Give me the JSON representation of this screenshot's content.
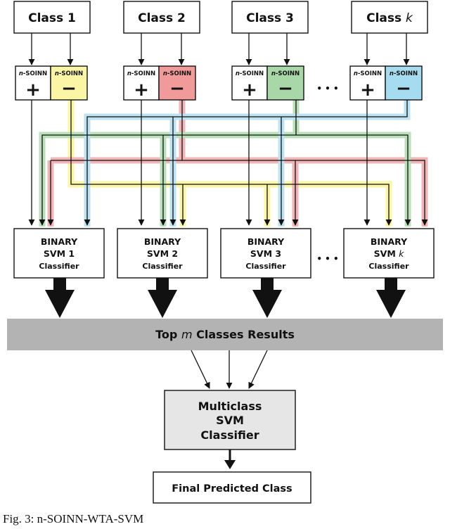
{
  "classes": [
    {
      "label": "Class 1",
      "neg_color": "#fbf5a6"
    },
    {
      "label": "Class 2",
      "neg_color": "#f19a9a"
    },
    {
      "label": "Class 3",
      "neg_color": "#a8d8a8"
    },
    {
      "label": "Class ",
      "label_var": "k",
      "neg_color": "#a6dcf0"
    }
  ],
  "soinn": {
    "prefix": "n",
    "suffix": "-SOINN",
    "plus": "+",
    "minus": "−"
  },
  "ellipsis": "• • •",
  "svm": [
    {
      "line1": "BINARY",
      "line2": "SVM 1",
      "line3": "Classifier"
    },
    {
      "line1": "BINARY",
      "line2": "SVM 2",
      "line3": "Classifier"
    },
    {
      "line1": "BINARY",
      "line2": "SVM 3",
      "line3": "Classifier"
    },
    {
      "line1": "BINARY",
      "line2": "SVM ",
      "line2_var": "k",
      "line3": "Classifier"
    }
  ],
  "top_bar": {
    "pre": "Top ",
    "var": "m",
    "post": " Classes Results",
    "fill": "#b3b3b3"
  },
  "multiclass": {
    "line1": "Multiclass",
    "line2": "SVM",
    "line3": "Classifier",
    "fill": "#e6e6e6"
  },
  "final": {
    "label": "Final Predicted Class"
  },
  "caption": "Fig.  3: n-SOINN-WTA-SVM"
}
